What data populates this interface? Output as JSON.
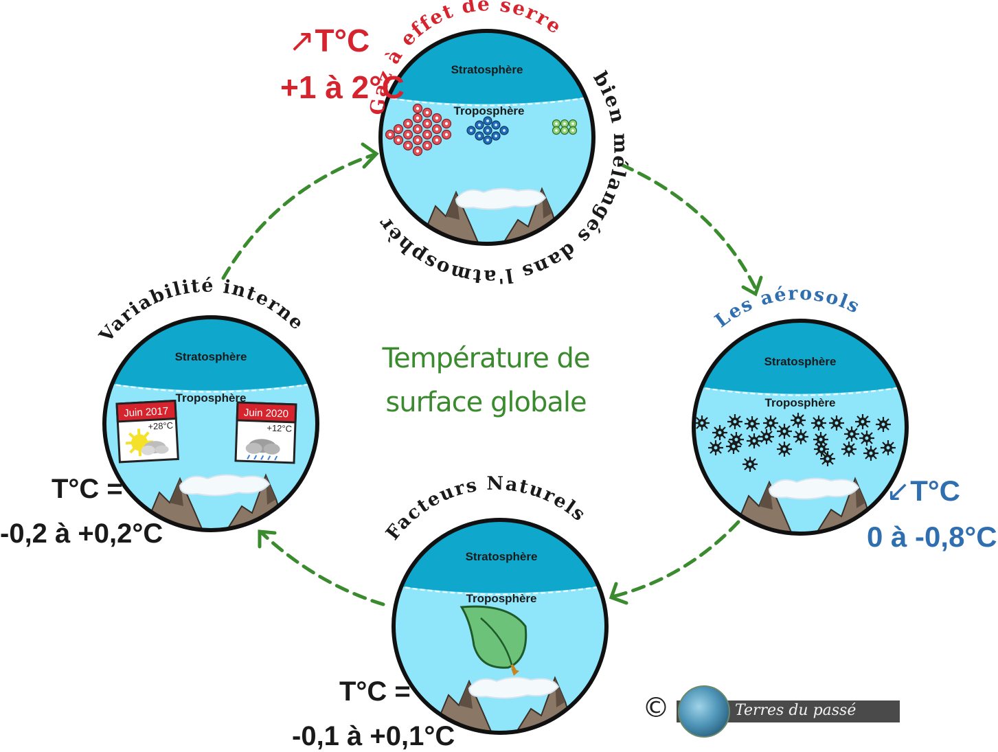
{
  "title": [
    "Température de",
    "surface globale"
  ],
  "layer_labels": {
    "stratosphere": "Stratosphère",
    "troposphere": "Troposphère"
  },
  "factors": {
    "greenhouse": {
      "arc_top": "Gaz à effet de serre",
      "arc_side": "bien mélangés dans l'atmosphère",
      "temp_line1": "T°C",
      "temp_line2": "+1 à 2°C",
      "arrow": "↗"
    },
    "aerosols": {
      "arc_top": "Les aérosols",
      "temp_line1": "T°C",
      "temp_line2": "0 à -0,8°C",
      "arrow": "↙"
    },
    "natural": {
      "arc_top": "Facteurs Naturels",
      "temp_line1": "T°C =",
      "temp_line2": "-0,1 à +0,1°C"
    },
    "internal": {
      "arc_top": "Variabilité interne",
      "temp_line1": "T°C =",
      "temp_line2": "-0,2 à +0,2°C",
      "calendar_left": {
        "month": "Juin 2017",
        "temp": "+28°C"
      },
      "calendar_right": {
        "month": "Juin 2020",
        "temp": "+12°C"
      }
    }
  },
  "logo": {
    "copyright": "©",
    "name": "Terres du passé"
  },
  "colors": {
    "stratosphere": "#0fa8cc",
    "troposphere": "#8fe6fa",
    "arrow_green": "#3a8a2e",
    "title_green": "#3a8a2e",
    "red": "#d6242e",
    "blue": "#2f6fb0"
  }
}
